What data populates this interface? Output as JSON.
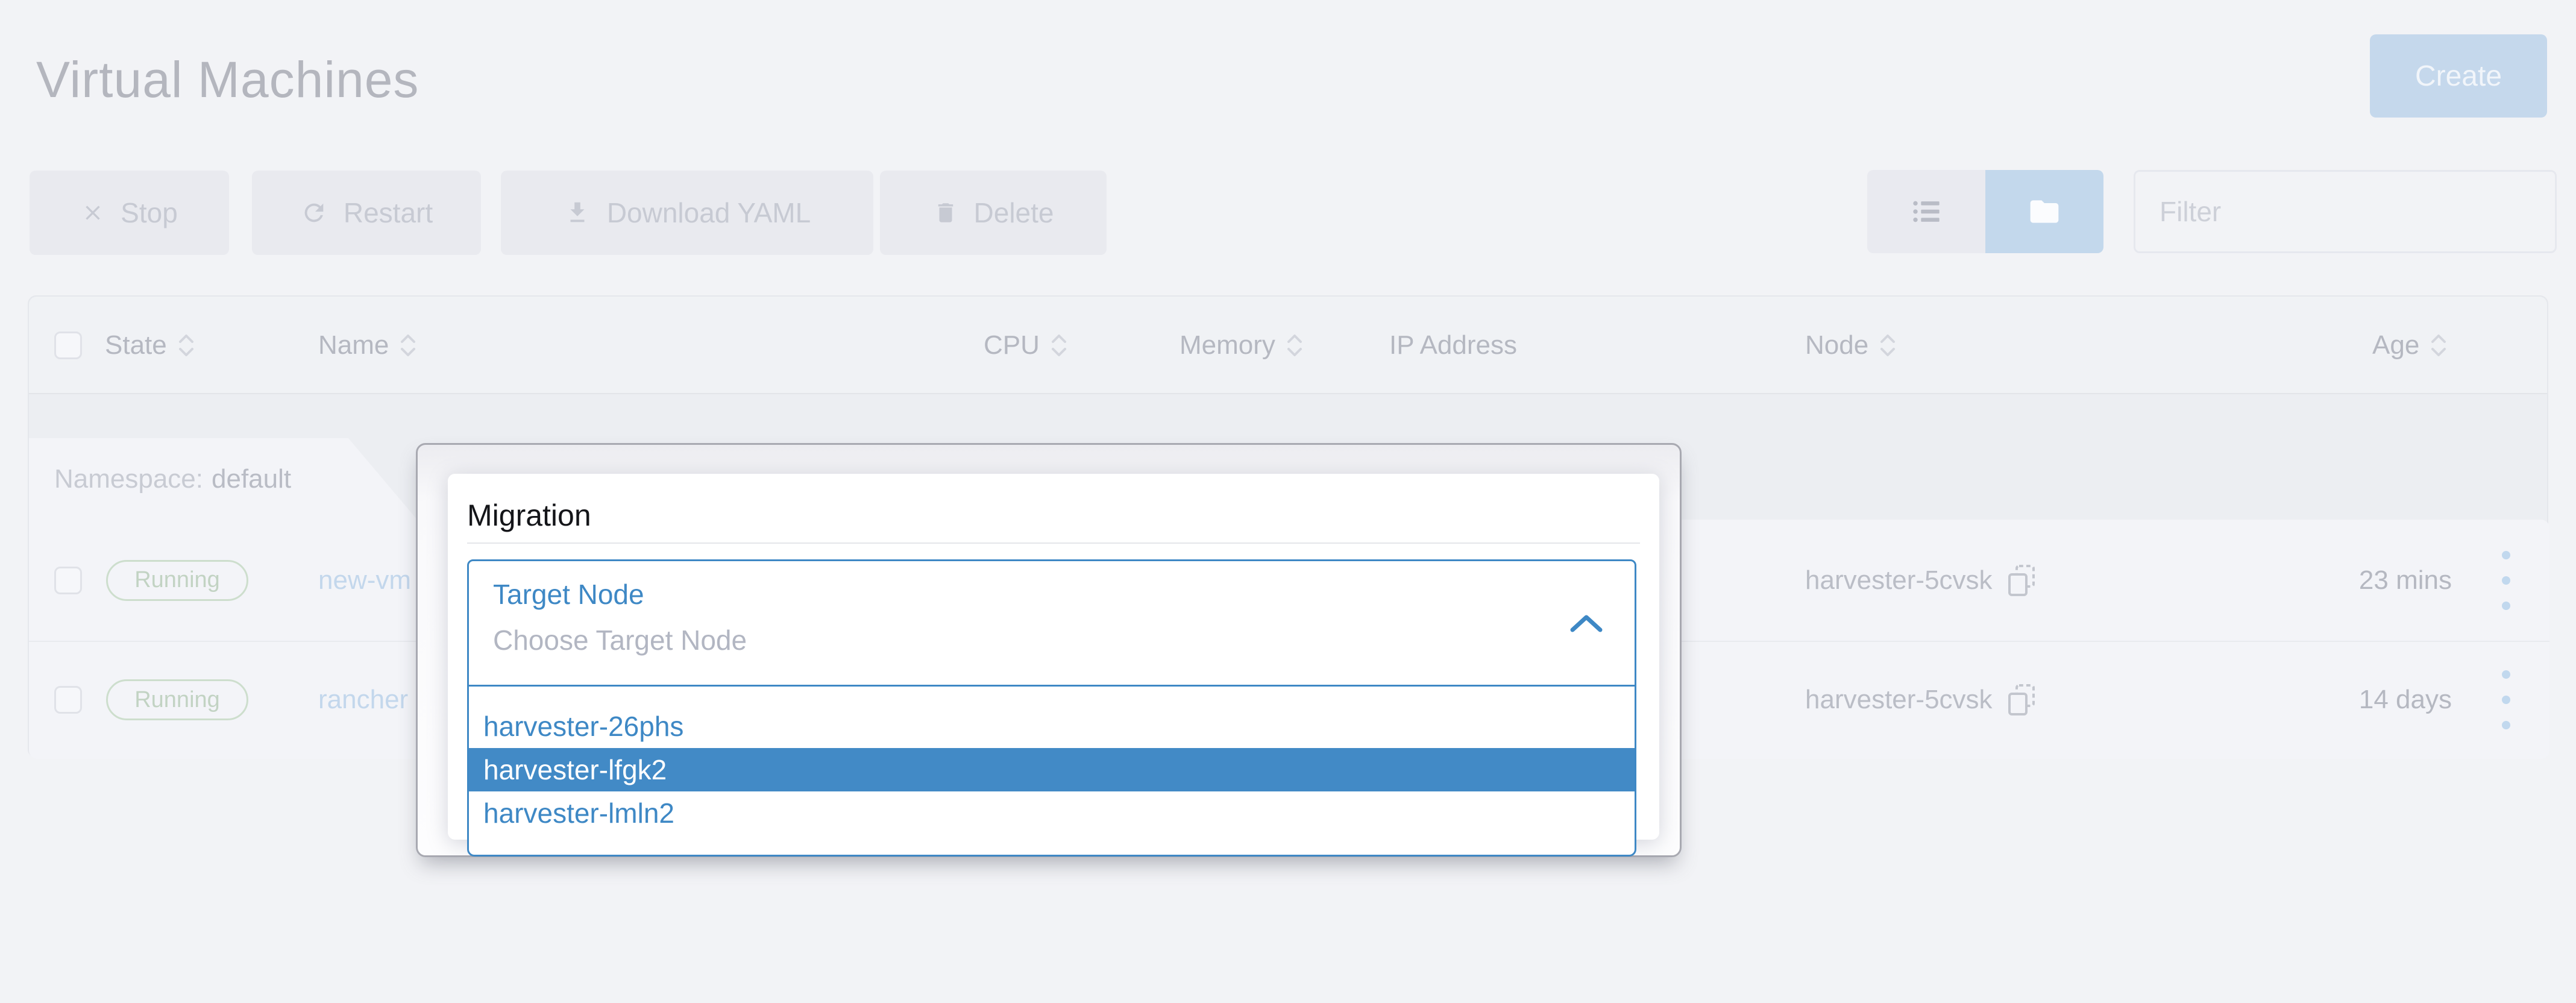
{
  "page": {
    "title": "Virtual Machines"
  },
  "header": {
    "create_label": "Create"
  },
  "toolbar": {
    "stop_label": "Stop",
    "restart_label": "Restart",
    "download_label": "Download YAML",
    "delete_label": "Delete",
    "filter_placeholder": "Filter"
  },
  "view_toggle": {
    "active": "grouped",
    "modes": [
      "list",
      "grouped"
    ]
  },
  "table": {
    "columns": [
      {
        "label": "State",
        "sortable": true
      },
      {
        "label": "Name",
        "sortable": true
      },
      {
        "label": "CPU",
        "sortable": true
      },
      {
        "label": "Memory",
        "sortable": true
      },
      {
        "label": "IP Address",
        "sortable": false
      },
      {
        "label": "Node",
        "sortable": true
      },
      {
        "label": "Age",
        "sortable": true
      }
    ],
    "group": {
      "label": "Namespace:",
      "value": "default"
    },
    "rows": [
      {
        "state": "Running",
        "name": "new-vm",
        "node": "harvester-5cvsk",
        "age": "23 mins"
      },
      {
        "state": "Running",
        "name": "rancher",
        "node": "harvester-5cvsk",
        "age": "14 days"
      }
    ]
  },
  "modal": {
    "title": "Migration",
    "select": {
      "label": "Target Node",
      "placeholder": "Choose Target Node",
      "state": "open"
    },
    "options": [
      {
        "label": "harvester-26phs",
        "selected": false
      },
      {
        "label": "harvester-lfgk2",
        "selected": true
      },
      {
        "label": "harvester-lmln2",
        "selected": false
      }
    ]
  },
  "colors": {
    "primary_blue": "#3e88c5",
    "option_selected_bg": "#428ac6",
    "dimmed_create_bg": "#c5d8ec",
    "badge_green": "#c2d3c3",
    "page_bg": "#f2f3f6"
  }
}
